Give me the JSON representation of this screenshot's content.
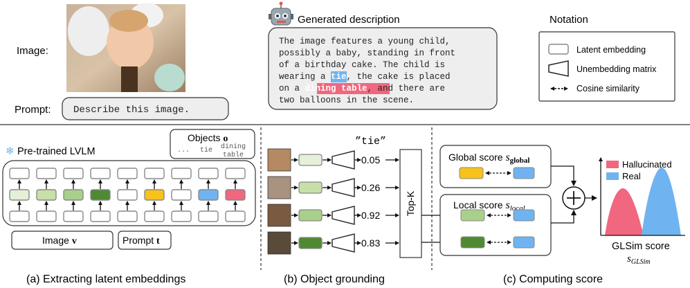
{
  "top": {
    "image_label": "Image:",
    "prompt_label": "Prompt:",
    "prompt_text": "Describe this image.",
    "description_title": "Generated description",
    "description_lines": [
      "The image features a young child,",
      "possibly a baby, standing in front",
      "of a birthday cake. The child is",
      "wearing a ",
      "tie",
      ", the cake is placed",
      "on a ",
      "dining table",
      ", and there are",
      "two balloons in the scene."
    ],
    "highlight_colors": {
      "tie": "#6fb4f0",
      "dining_table": "#f0677f"
    }
  },
  "notation": {
    "title": "Notation",
    "items": [
      "Latent embedding",
      "Unembedding matrix",
      "Cosine similarity"
    ]
  },
  "panel_a": {
    "model_label": "Pre-trained LVLM",
    "objects_label": "Objects ",
    "objects_symbol": "o",
    "objects_items": [
      "...",
      "tie",
      "dining",
      "table"
    ],
    "image_input": "Image ",
    "image_symbol": "v",
    "prompt_input": "Prompt ",
    "prompt_symbol": "t",
    "caption": "(a) Extracting latent embeddings",
    "token_colors": [
      "#e4f0d8",
      "#c7e0a8",
      "#a9d08a",
      "#4f8a32",
      "#ffffff",
      "#f7c21a",
      "#ffffff",
      "#6fb4f0",
      "#f0677f"
    ]
  },
  "panel_b": {
    "word": "”tie”",
    "scores": [
      "0.05",
      "0.26",
      "0.92",
      "0.83"
    ],
    "topk_label": "Top-K",
    "caption": "(b) Object grounding",
    "embed_colors": [
      "#e4f0d8",
      "#c7e0a8",
      "#a9d08a",
      "#4f8a32"
    ]
  },
  "panel_c": {
    "global_label": "Global score ",
    "global_sub": "global",
    "local_label": "Local score ",
    "local_sub": "local",
    "legend": [
      "Hallucinated",
      "Real"
    ],
    "legend_colors": [
      "#f0677f",
      "#6fb4f0"
    ],
    "xlabel": "GLSim score",
    "xlabel_symbol": "GLSim",
    "caption": "(c) Computing score"
  }
}
